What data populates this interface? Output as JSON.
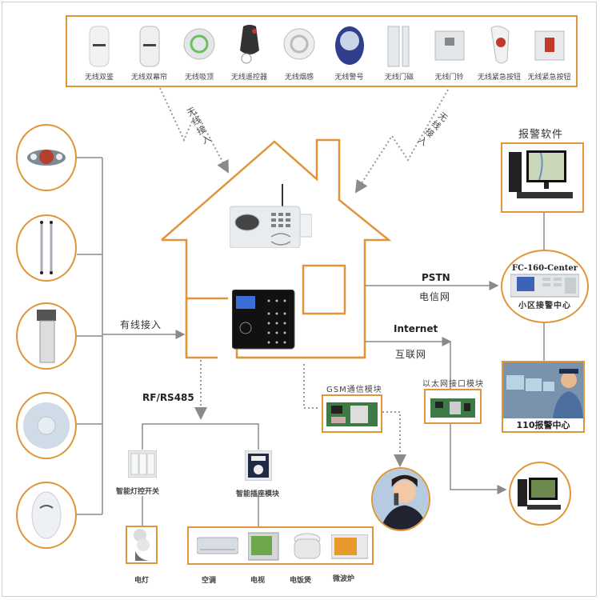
{
  "wireless_devices": [
    {
      "label": "无线双鉴",
      "icon": "pir-detector-icon"
    },
    {
      "label": "无线双幕帘",
      "icon": "curtain-detector-icon"
    },
    {
      "label": "无线吸顶",
      "icon": "ceiling-detector-icon"
    },
    {
      "label": "无线遥控器",
      "icon": "remote-control-icon"
    },
    {
      "label": "无线烟感",
      "icon": "smoke-detector-icon"
    },
    {
      "label": "无线警号",
      "icon": "siren-icon"
    },
    {
      "label": "无线门磁",
      "icon": "door-contact-icon"
    },
    {
      "label": "无线门铃",
      "icon": "doorbell-icon"
    },
    {
      "label": "无线紧急按钮",
      "icon": "panic-pendant-icon"
    },
    {
      "label": "无线紧急按钮",
      "icon": "panic-button-icon"
    }
  ],
  "wireless_access_left": "无线接入",
  "wireless_access_right": "无线接入",
  "wired_access": "有线接入",
  "wired_devices": [
    {
      "icon": "outdoor-detector-icon"
    },
    {
      "icon": "infrared-beam-icon"
    },
    {
      "icon": "outdoor-curtain-detector-icon"
    },
    {
      "icon": "ceiling-pir-icon"
    },
    {
      "icon": "wall-pir-icon"
    }
  ],
  "alarm_software": "报警软件",
  "center": {
    "title": "FC-160-Center",
    "subtitle": "小区接警中心"
  },
  "pstn": {
    "label": "PSTN",
    "sublabel": "电信网"
  },
  "internet": {
    "label": "Internet",
    "sublabel": "互联网"
  },
  "police_center": "110报警中心",
  "ethernet_module": "以太网接口模块",
  "gsm_module": "GSM通信模块",
  "rf_label": "RF/RS485",
  "smart_light_switch": "智能灯控开关",
  "smart_socket": "智能插座模块",
  "lamp": "电灯",
  "appliances": [
    "空调",
    "电视",
    "电饭煲",
    "微波炉"
  ]
}
